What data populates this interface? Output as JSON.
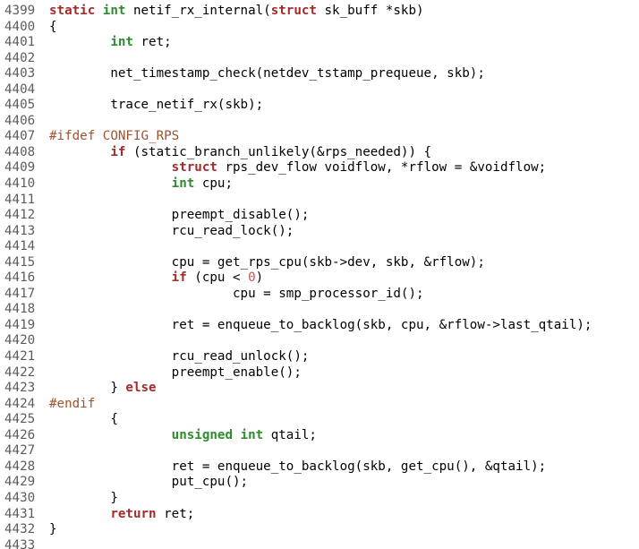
{
  "colors": {
    "keyword": "#a52a2a",
    "type": "#2e8b2e",
    "preprocessor": "#a0522d",
    "number": "#d05050",
    "line_number": "#5c5c5c",
    "text": "#000000",
    "background": "#ffffff"
  },
  "lines": [
    {
      "n": "4399",
      "tokens": [
        {
          "k": "kw",
          "t": "static"
        },
        {
          "k": "plain",
          "t": " "
        },
        {
          "k": "ty",
          "t": "int"
        },
        {
          "k": "plain",
          "t": " netif_rx_internal("
        },
        {
          "k": "kw",
          "t": "struct"
        },
        {
          "k": "plain",
          "t": " sk_buff *skb)"
        }
      ]
    },
    {
      "n": "4400",
      "tokens": [
        {
          "k": "plain",
          "t": "{"
        }
      ]
    },
    {
      "n": "4401",
      "tokens": [
        {
          "k": "plain",
          "t": "        "
        },
        {
          "k": "ty",
          "t": "int"
        },
        {
          "k": "plain",
          "t": " ret;"
        }
      ]
    },
    {
      "n": "4402",
      "tokens": []
    },
    {
      "n": "4403",
      "tokens": [
        {
          "k": "plain",
          "t": "        net_timestamp_check(netdev_tstamp_prequeue, skb);"
        }
      ]
    },
    {
      "n": "4404",
      "tokens": []
    },
    {
      "n": "4405",
      "tokens": [
        {
          "k": "plain",
          "t": "        trace_netif_rx(skb);"
        }
      ]
    },
    {
      "n": "4406",
      "tokens": []
    },
    {
      "n": "4407",
      "tokens": [
        {
          "k": "pp",
          "t": "#ifdef CONFIG_RPS"
        }
      ]
    },
    {
      "n": "4408",
      "tokens": [
        {
          "k": "plain",
          "t": "        "
        },
        {
          "k": "kw",
          "t": "if"
        },
        {
          "k": "plain",
          "t": " (static_branch_unlikely(&rps_needed)) {"
        }
      ]
    },
    {
      "n": "4409",
      "tokens": [
        {
          "k": "plain",
          "t": "                "
        },
        {
          "k": "kw",
          "t": "struct"
        },
        {
          "k": "plain",
          "t": " rps_dev_flow voidflow, *rflow = &voidflow;"
        }
      ]
    },
    {
      "n": "4410",
      "tokens": [
        {
          "k": "plain",
          "t": "                "
        },
        {
          "k": "ty",
          "t": "int"
        },
        {
          "k": "plain",
          "t": " cpu;"
        }
      ]
    },
    {
      "n": "4411",
      "tokens": []
    },
    {
      "n": "4412",
      "tokens": [
        {
          "k": "plain",
          "t": "                preempt_disable();"
        }
      ]
    },
    {
      "n": "4413",
      "tokens": [
        {
          "k": "plain",
          "t": "                rcu_read_lock();"
        }
      ]
    },
    {
      "n": "4414",
      "tokens": []
    },
    {
      "n": "4415",
      "tokens": [
        {
          "k": "plain",
          "t": "                cpu = get_rps_cpu(skb->dev, skb, &rflow);"
        }
      ]
    },
    {
      "n": "4416",
      "tokens": [
        {
          "k": "plain",
          "t": "                "
        },
        {
          "k": "kw",
          "t": "if"
        },
        {
          "k": "plain",
          "t": " (cpu < "
        },
        {
          "k": "num",
          "t": "0"
        },
        {
          "k": "plain",
          "t": ")"
        }
      ]
    },
    {
      "n": "4417",
      "tokens": [
        {
          "k": "plain",
          "t": "                        cpu = smp_processor_id();"
        }
      ]
    },
    {
      "n": "4418",
      "tokens": []
    },
    {
      "n": "4419",
      "tokens": [
        {
          "k": "plain",
          "t": "                ret = enqueue_to_backlog(skb, cpu, &rflow->last_qtail);"
        }
      ]
    },
    {
      "n": "4420",
      "tokens": []
    },
    {
      "n": "4421",
      "tokens": [
        {
          "k": "plain",
          "t": "                rcu_read_unlock();"
        }
      ]
    },
    {
      "n": "4422",
      "tokens": [
        {
          "k": "plain",
          "t": "                preempt_enable();"
        }
      ]
    },
    {
      "n": "4423",
      "tokens": [
        {
          "k": "plain",
          "t": "        } "
        },
        {
          "k": "kw",
          "t": "else"
        }
      ]
    },
    {
      "n": "4424",
      "tokens": [
        {
          "k": "pp",
          "t": "#endif"
        }
      ]
    },
    {
      "n": "4425",
      "tokens": [
        {
          "k": "plain",
          "t": "        {"
        }
      ]
    },
    {
      "n": "4426",
      "tokens": [
        {
          "k": "plain",
          "t": "                "
        },
        {
          "k": "ty",
          "t": "unsigned"
        },
        {
          "k": "plain",
          "t": " "
        },
        {
          "k": "ty",
          "t": "int"
        },
        {
          "k": "plain",
          "t": " qtail;"
        }
      ]
    },
    {
      "n": "4427",
      "tokens": []
    },
    {
      "n": "4428",
      "tokens": [
        {
          "k": "plain",
          "t": "                ret = enqueue_to_backlog(skb, get_cpu(), &qtail);"
        }
      ]
    },
    {
      "n": "4429",
      "tokens": [
        {
          "k": "plain",
          "t": "                put_cpu();"
        }
      ]
    },
    {
      "n": "4430",
      "tokens": [
        {
          "k": "plain",
          "t": "        }"
        }
      ]
    },
    {
      "n": "4431",
      "tokens": [
        {
          "k": "plain",
          "t": "        "
        },
        {
          "k": "kw",
          "t": "return"
        },
        {
          "k": "plain",
          "t": " ret;"
        }
      ]
    },
    {
      "n": "4432",
      "tokens": [
        {
          "k": "plain",
          "t": "}"
        }
      ]
    },
    {
      "n": "4433",
      "tokens": []
    }
  ]
}
